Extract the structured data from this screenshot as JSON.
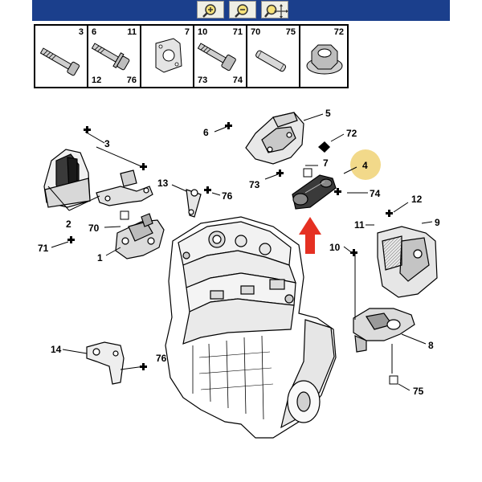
{
  "toolbar": {
    "buttons": [
      {
        "name": "zoom-in",
        "icon": "zoom-in-icon"
      },
      {
        "name": "zoom-out",
        "icon": "zoom-out-icon"
      },
      {
        "name": "zoom-pan",
        "icon": "zoom-pan-icon"
      }
    ],
    "bar_color": "#1b3f8c"
  },
  "legend": {
    "cells": [
      {
        "labels": {
          "tl": "",
          "tr": "3",
          "bl": "",
          "br": ""
        },
        "icon": "bolt-icon"
      },
      {
        "labels": {
          "tl": "6",
          "tr": "11",
          "bl": "12",
          "br": "76"
        },
        "icon": "flange-bolt-icon"
      },
      {
        "labels": {
          "tl": "",
          "tr": "7",
          "bl": "",
          "br": ""
        },
        "icon": "plate-icon"
      },
      {
        "labels": {
          "tl": "10",
          "tr": "71",
          "bl": "73",
          "br": "74"
        },
        "icon": "bolt-icon"
      },
      {
        "labels": {
          "tl": "70",
          "tr": "75",
          "bl": "",
          "br": ""
        },
        "icon": "stud-icon"
      },
      {
        "labels": {
          "tl": "",
          "tr": "72",
          "bl": "",
          "br": ""
        },
        "icon": "flange-nut-icon"
      }
    ]
  },
  "callouts": [
    {
      "id": "c5",
      "label": "5"
    },
    {
      "id": "c6",
      "label": "6"
    },
    {
      "id": "c72",
      "label": "72"
    },
    {
      "id": "c3",
      "label": "3"
    },
    {
      "id": "c7",
      "label": "7"
    },
    {
      "id": "c4",
      "label": "4"
    },
    {
      "id": "c73",
      "label": "73"
    },
    {
      "id": "c13",
      "label": "13"
    },
    {
      "id": "c76a",
      "label": "76"
    },
    {
      "id": "c74",
      "label": "74"
    },
    {
      "id": "c2",
      "label": "2"
    },
    {
      "id": "c12",
      "label": "12"
    },
    {
      "id": "c11",
      "label": "11"
    },
    {
      "id": "c9",
      "label": "9"
    },
    {
      "id": "c70",
      "label": "70"
    },
    {
      "id": "c71",
      "label": "71"
    },
    {
      "id": "c10",
      "label": "10"
    },
    {
      "id": "c1",
      "label": "1"
    },
    {
      "id": "c8",
      "label": "8"
    },
    {
      "id": "c14",
      "label": "14"
    },
    {
      "id": "c76b",
      "label": "76"
    },
    {
      "id": "c75",
      "label": "75"
    }
  ],
  "colors": {
    "highlight_circle": "#f2d98a",
    "arrow": "#e53022",
    "ink": "#000000"
  }
}
